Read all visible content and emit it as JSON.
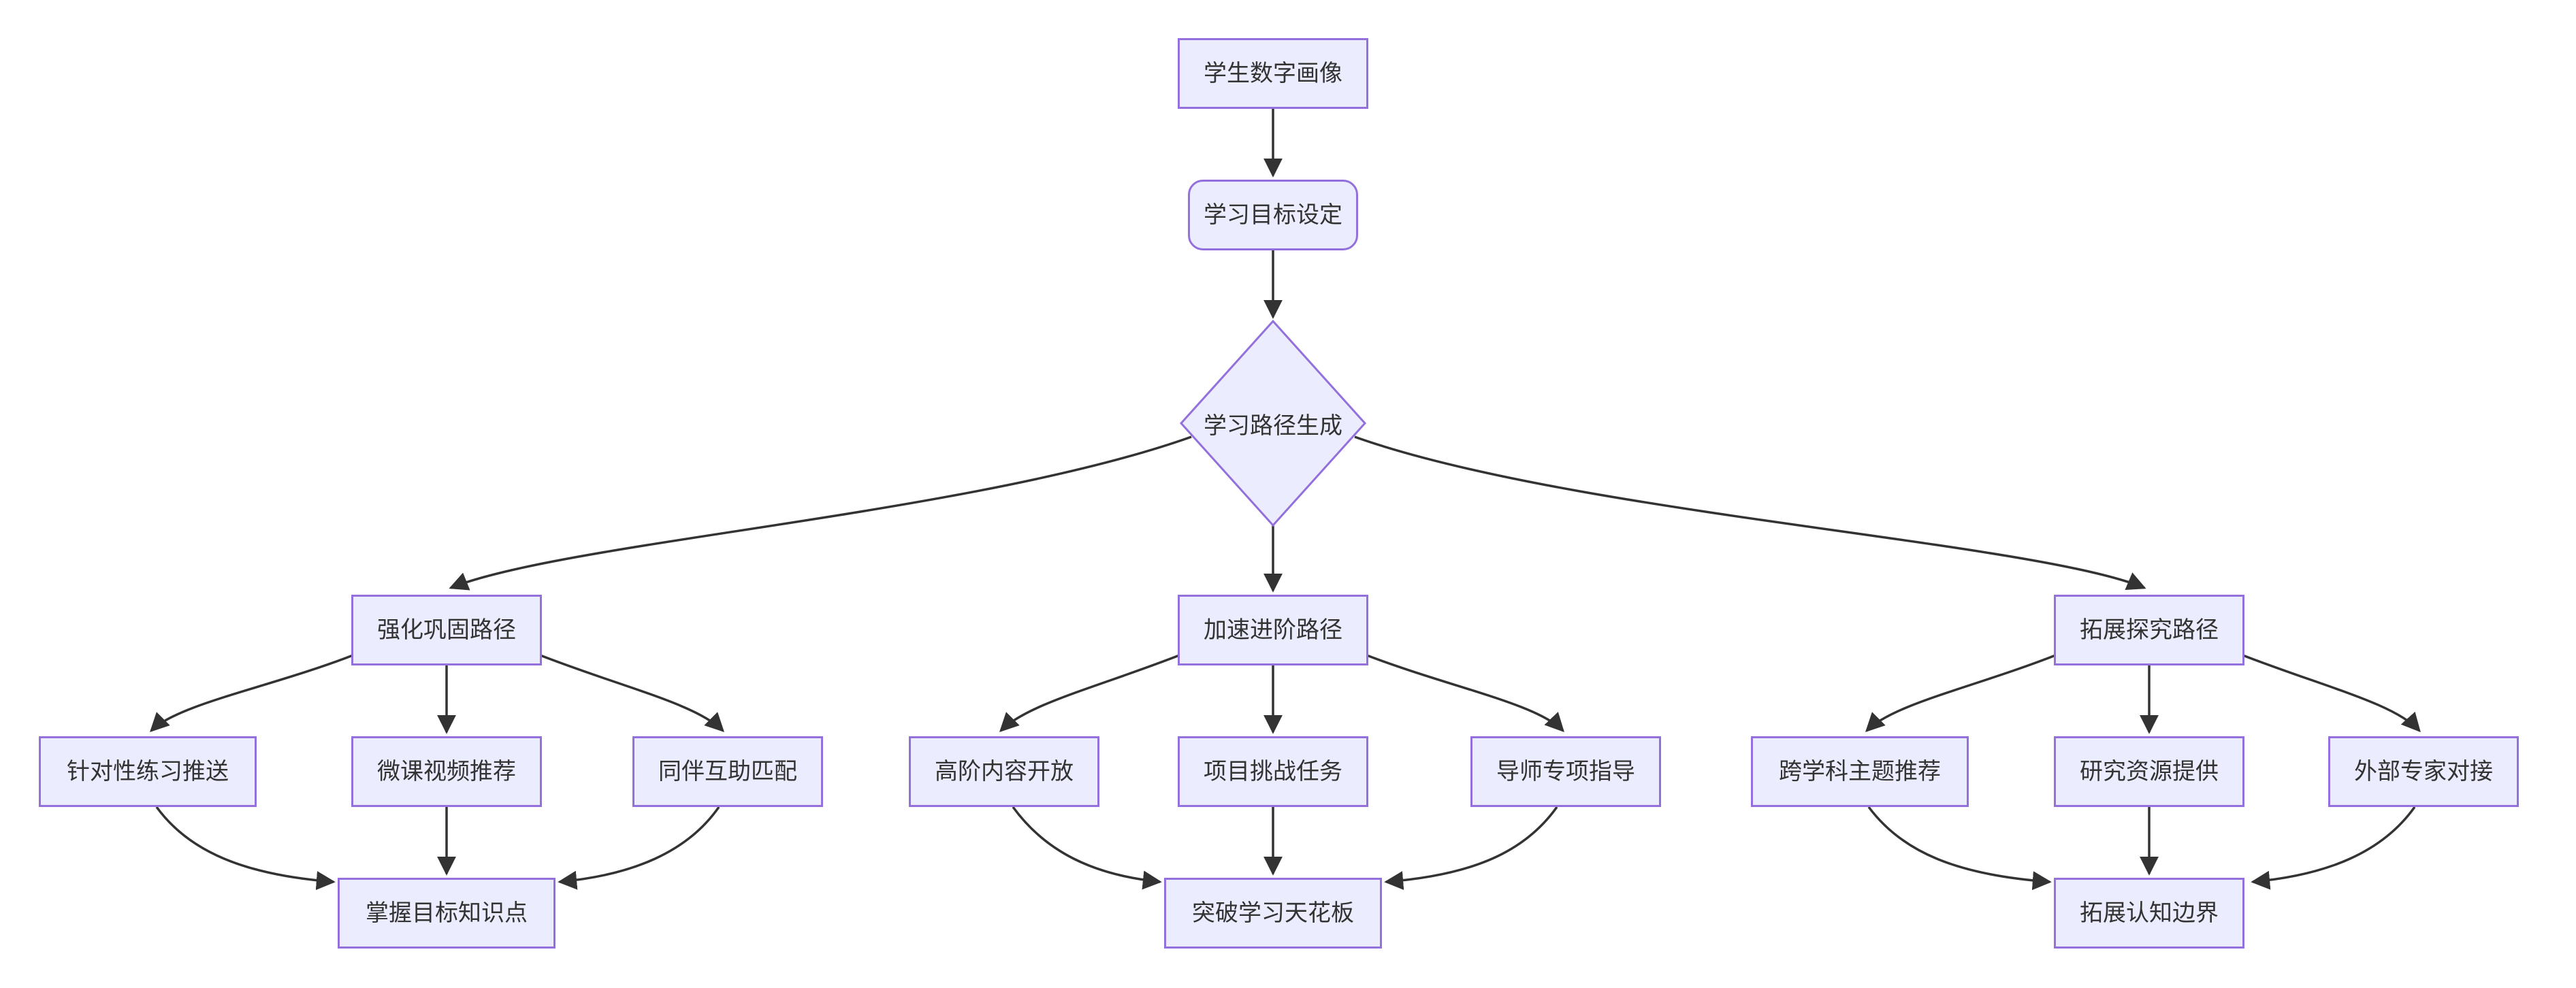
{
  "diagram": {
    "type": "flowchart",
    "direction": "top-down",
    "background_color": "#ffffff",
    "colors": {
      "node_fill": "#ECECFF",
      "node_border": "#9370DB",
      "edge": "#333333",
      "text": "#333333"
    },
    "nodes": [
      {
        "id": "student-profile",
        "label": "学生数字画像",
        "shape": "rect"
      },
      {
        "id": "goal-setting",
        "label": "学习目标设定",
        "shape": "rounded"
      },
      {
        "id": "path-generation",
        "label": "学习路径生成",
        "shape": "diamond"
      },
      {
        "id": "reinforce-path",
        "label": "强化巩固路径",
        "shape": "rect"
      },
      {
        "id": "accelerate-path",
        "label": "加速进阶路径",
        "shape": "rect"
      },
      {
        "id": "explore-path",
        "label": "拓展探究路径",
        "shape": "rect"
      },
      {
        "id": "targeted-practice",
        "label": "针对性练习推送",
        "shape": "rect"
      },
      {
        "id": "micro-video",
        "label": "微课视频推荐",
        "shape": "rect"
      },
      {
        "id": "peer-help",
        "label": "同伴互助匹配",
        "shape": "rect"
      },
      {
        "id": "advanced-content",
        "label": "高阶内容开放",
        "shape": "rect"
      },
      {
        "id": "project-challenge",
        "label": "项目挑战任务",
        "shape": "rect"
      },
      {
        "id": "mentor-guidance",
        "label": "导师专项指导",
        "shape": "rect"
      },
      {
        "id": "interdisciplinary",
        "label": "跨学科主题推荐",
        "shape": "rect"
      },
      {
        "id": "research-resources",
        "label": "研究资源提供",
        "shape": "rect"
      },
      {
        "id": "expert-connect",
        "label": "外部专家对接",
        "shape": "rect"
      },
      {
        "id": "master-knowledge",
        "label": "掌握目标知识点",
        "shape": "rect"
      },
      {
        "id": "break-ceiling",
        "label": "突破学习天花板",
        "shape": "rect"
      },
      {
        "id": "expand-cognition",
        "label": "拓展认知边界",
        "shape": "rect"
      }
    ],
    "edges": [
      {
        "from": "student-profile",
        "to": "goal-setting"
      },
      {
        "from": "goal-setting",
        "to": "path-generation"
      },
      {
        "from": "path-generation",
        "to": "reinforce-path"
      },
      {
        "from": "path-generation",
        "to": "accelerate-path"
      },
      {
        "from": "path-generation",
        "to": "explore-path"
      },
      {
        "from": "reinforce-path",
        "to": "targeted-practice"
      },
      {
        "from": "reinforce-path",
        "to": "micro-video"
      },
      {
        "from": "reinforce-path",
        "to": "peer-help"
      },
      {
        "from": "targeted-practice",
        "to": "master-knowledge"
      },
      {
        "from": "micro-video",
        "to": "master-knowledge"
      },
      {
        "from": "peer-help",
        "to": "master-knowledge"
      },
      {
        "from": "accelerate-path",
        "to": "advanced-content"
      },
      {
        "from": "accelerate-path",
        "to": "project-challenge"
      },
      {
        "from": "accelerate-path",
        "to": "mentor-guidance"
      },
      {
        "from": "advanced-content",
        "to": "break-ceiling"
      },
      {
        "from": "project-challenge",
        "to": "break-ceiling"
      },
      {
        "from": "mentor-guidance",
        "to": "break-ceiling"
      },
      {
        "from": "explore-path",
        "to": "interdisciplinary"
      },
      {
        "from": "explore-path",
        "to": "research-resources"
      },
      {
        "from": "explore-path",
        "to": "expert-connect"
      },
      {
        "from": "interdisciplinary",
        "to": "expand-cognition"
      },
      {
        "from": "research-resources",
        "to": "expand-cognition"
      },
      {
        "from": "expert-connect",
        "to": "expand-cognition"
      }
    ]
  }
}
